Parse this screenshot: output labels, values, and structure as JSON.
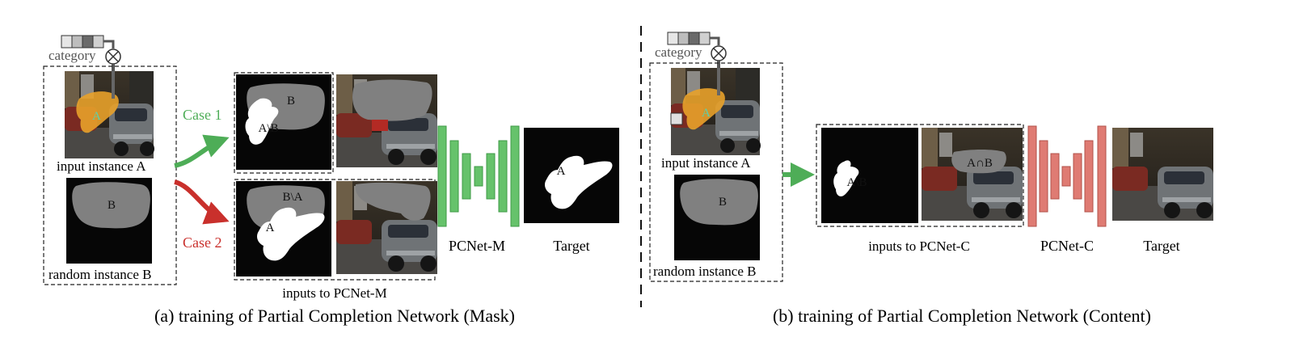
{
  "colors": {
    "green": "#4ead57",
    "red": "#c9302c",
    "net_green": "#66c26b",
    "net_red": "#df7b73",
    "mask_gray": "#808080",
    "instance_orange": "#e8a12a"
  },
  "panel_a": {
    "category_label": "category",
    "input_label": "input instance A",
    "random_label": "random instance B",
    "case1_label": "Case 1",
    "case2_label": "Case 2",
    "mask_label_A_on_image": "A",
    "mask_B_label": "B",
    "case1_mask_B": "B",
    "case1_mask_AdB": "A\\B",
    "case2_mask_BdA": "B\\A",
    "case2_mask_A": "A",
    "target_A": "A",
    "net_label": "PCNet-M",
    "target_label": "Target",
    "inputs_label": "inputs to PCNet-M",
    "caption": "(a) training of Partial Completion Network (Mask)"
  },
  "panel_b": {
    "category_label": "category",
    "input_label": "input instance A",
    "random_label": "random instance B",
    "mask_label_A_on_image": "A",
    "mask_B_label": "B",
    "mask_AdB": "A\\B",
    "mask_AnB": "A∩B",
    "net_label": "PCNet-C",
    "target_label": "Target",
    "inputs_label": "inputs to PCNet-C",
    "caption": "(b) training of Partial Completion Network (Content)"
  },
  "icons": [
    "category-vector-icon",
    "multiply-circle-icon"
  ]
}
